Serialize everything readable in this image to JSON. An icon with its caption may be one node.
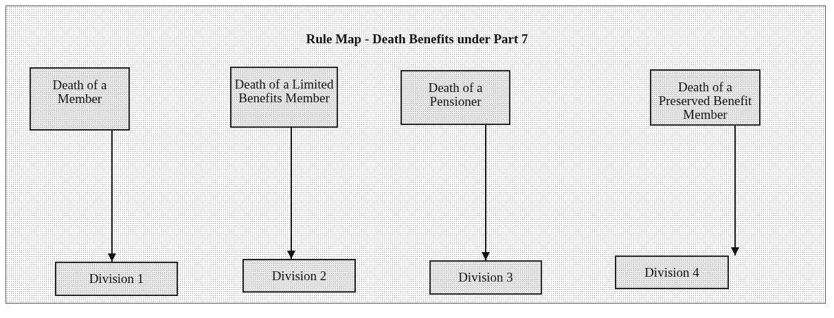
{
  "diagram": {
    "title": "Rule Map - Death Benefits under Part 7",
    "nodes": [
      {
        "text": [
          "Death of a Member"
        ]
      },
      {
        "text": [
          "Death of a Limited Benefits Member"
        ]
      },
      {
        "text": [
          "Death of a Pensioner"
        ]
      },
      {
        "text": [
          "Death of a Preserved Benefit Member"
        ]
      },
      {
        "text": [
          "Division 1"
        ]
      },
      {
        "text": [
          "Division 2"
        ]
      },
      {
        "text": [
          "Division 3"
        ]
      },
      {
        "text": [
          "Division 4"
        ]
      }
    ],
    "edges": [
      {
        "from": 0,
        "to": 4,
        "arrow": "to"
      },
      {
        "from": 1,
        "to": 5,
        "arrow": "to"
      },
      {
        "from": 2,
        "to": 6,
        "arrow": "to"
      },
      {
        "from": 3,
        "to": 7,
        "arrow": "to"
      }
    ]
  }
}
